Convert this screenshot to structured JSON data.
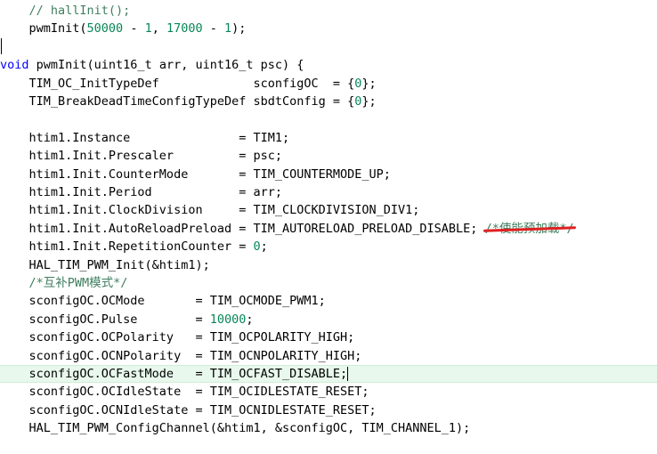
{
  "lines": [
    {
      "parts": [
        {
          "t": "    "
        },
        {
          "t": "// hallInit();",
          "c": "cm"
        }
      ]
    },
    {
      "parts": [
        {
          "t": "    pwmInit("
        },
        {
          "t": "50000",
          "c": "num"
        },
        {
          "t": " - "
        },
        {
          "t": "1",
          "c": "num"
        },
        {
          "t": ", "
        },
        {
          "t": "17000",
          "c": "num"
        },
        {
          "t": " - "
        },
        {
          "t": "1",
          "c": "num"
        },
        {
          "t": ");"
        }
      ]
    },
    {
      "parts": []
    },
    {
      "parts": [
        {
          "t": "void",
          "c": "kw"
        },
        {
          "t": " pwmInit(uint16_t arr, uint16_t psc) {"
        }
      ]
    },
    {
      "parts": [
        {
          "t": "    TIM_OC_InitTypeDef             sconfigOC  = {"
        },
        {
          "t": "0",
          "c": "num"
        },
        {
          "t": "};"
        }
      ]
    },
    {
      "parts": [
        {
          "t": "    TIM_BreakDeadTimeConfigTypeDef sbdtConfig = {"
        },
        {
          "t": "0",
          "c": "num"
        },
        {
          "t": "};"
        }
      ]
    },
    {
      "parts": []
    },
    {
      "parts": [
        {
          "t": "    htim1.Instance               = TIM1;"
        }
      ]
    },
    {
      "parts": [
        {
          "t": "    htim1.Init.Prescaler         = psc;"
        }
      ]
    },
    {
      "parts": [
        {
          "t": "    htim1.Init.CounterMode       = TIM_COUNTERMODE_UP;"
        }
      ]
    },
    {
      "parts": [
        {
          "t": "    htim1.Init.Period            = arr;"
        }
      ]
    },
    {
      "parts": [
        {
          "t": "    htim1.Init.ClockDivision     = TIM_CLOCKDIVISION_DIV1;"
        }
      ]
    },
    {
      "parts": [
        {
          "t": "    htim1.Init.AutoReloadPreload = TIM_AUTORELOAD_PRELOAD_DISABLE; "
        },
        {
          "t": "/*使能预加载*/",
          "c": "cm",
          "strike": true
        }
      ]
    },
    {
      "parts": [
        {
          "t": "    htim1.Init.RepetitionCounter = "
        },
        {
          "t": "0",
          "c": "num"
        },
        {
          "t": ";"
        }
      ]
    },
    {
      "parts": [
        {
          "t": "    HAL_TIM_PWM_Init(&htim1);"
        }
      ]
    },
    {
      "parts": [
        {
          "t": "    "
        },
        {
          "t": "/*互补PWM模式*/",
          "c": "cm"
        }
      ]
    },
    {
      "parts": [
        {
          "t": "    sconfigOC.OCMode       = TIM_OCMODE_PWM1;"
        }
      ]
    },
    {
      "parts": [
        {
          "t": "    sconfigOC.Pulse        = "
        },
        {
          "t": "10000",
          "c": "num"
        },
        {
          "t": ";"
        }
      ]
    },
    {
      "parts": [
        {
          "t": "    sconfigOC.OCPolarity   = TIM_OCPOLARITY_HIGH;"
        }
      ]
    },
    {
      "parts": [
        {
          "t": "    sconfigOC.OCNPolarity  = TIM_OCNPOLARITY_HIGH;"
        }
      ]
    },
    {
      "parts": [
        {
          "t": "    sconfigOC.OCFastMode   = TIM_OCFAST_DISABLE;"
        }
      ],
      "current": true
    },
    {
      "parts": [
        {
          "t": "    sconfigOC.OCIdleState  = TIM_OCIDLESTATE_RESET;"
        }
      ]
    },
    {
      "parts": [
        {
          "t": "    sconfigOC.OCNIdleState = TIM_OCNIDLESTATE_RESET;"
        }
      ]
    },
    {
      "parts": [
        {
          "t": "    HAL_TIM_PWM_ConfigChannel(&htim1, &sconfigOC, TIM_CHANNEL_1);"
        }
      ]
    }
  ]
}
